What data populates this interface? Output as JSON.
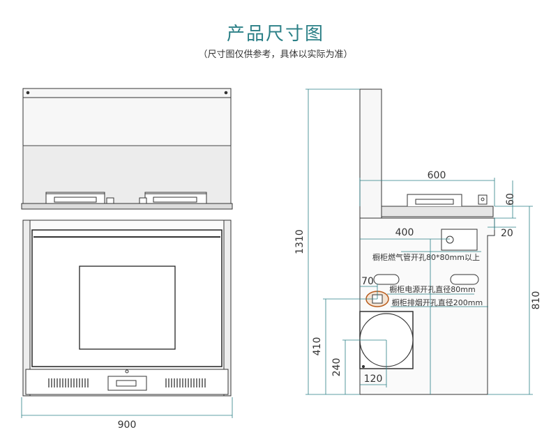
{
  "header": {
    "title": "产品尺寸图",
    "subtitle": "（尺寸图仅供参考，具体以实际为准）"
  },
  "front_view": {
    "width_label": "900"
  },
  "side_view": {
    "height_label": "1310",
    "depth_label": "600",
    "top_step_label": "60",
    "back_offset_label": "20",
    "gas_hole_x_label": "400",
    "gas_hole_note": "橱柜燃气管开孔80*80mm以上",
    "power_x_label": "70",
    "power_note": "橱柜电源开孔直径80mm",
    "exhaust_note": "橱柜排烟开孔直径200mm",
    "power_height_label": "410",
    "exhaust_height_label": "240",
    "exhaust_x_label": "120",
    "cabinet_height_label": "810"
  },
  "colors": {
    "title": "#2a7f86",
    "line": "#333333",
    "dimension": "#2a7f86"
  }
}
